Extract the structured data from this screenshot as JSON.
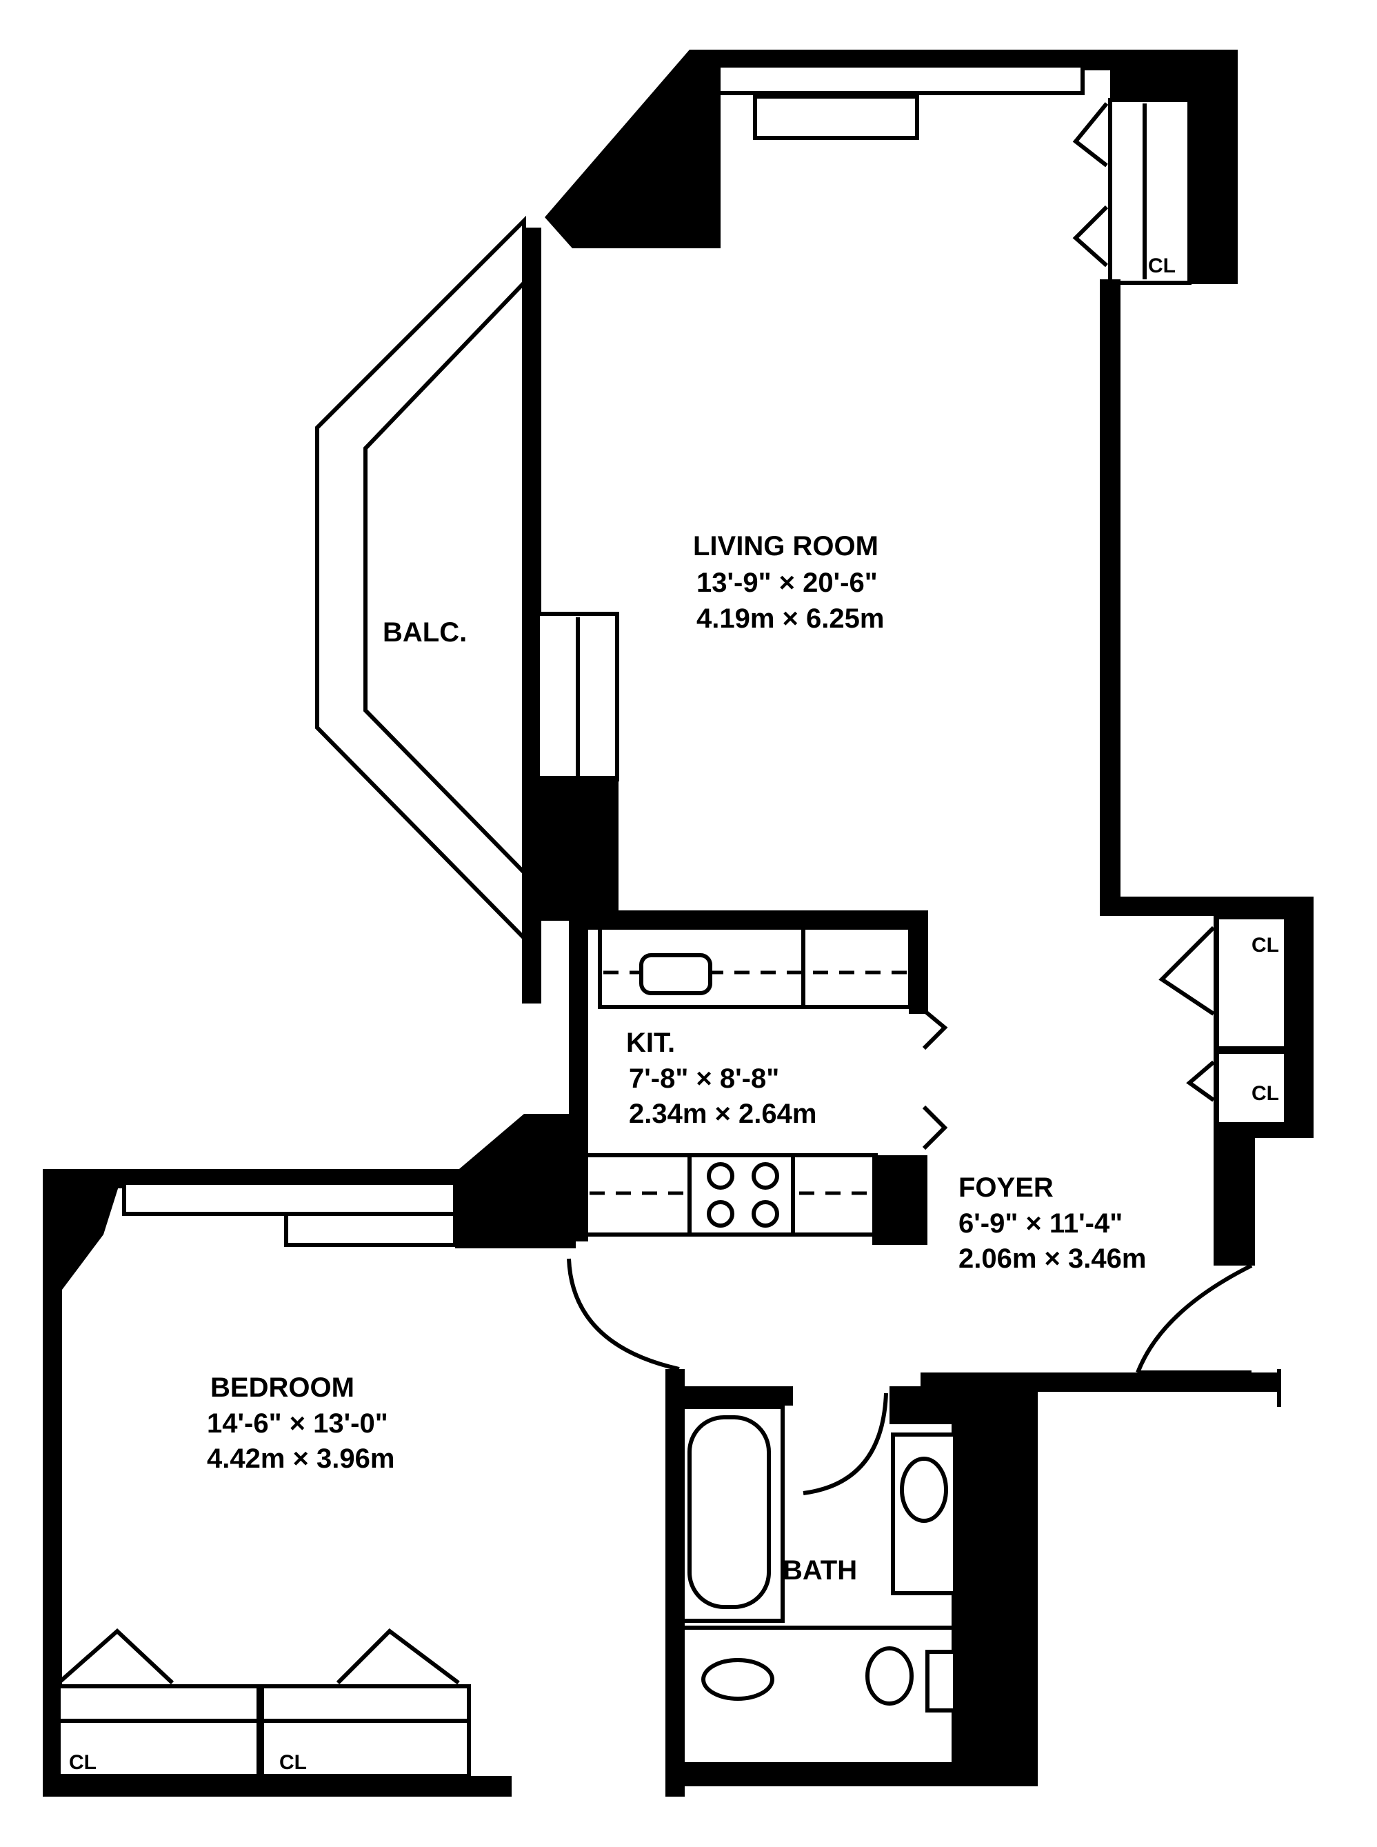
{
  "rooms": {
    "living": {
      "name": "LIVING ROOM",
      "dim_imperial": "13'-9\" × 20'-6\"",
      "dim_metric": "4.19m × 6.25m"
    },
    "balcony": {
      "name": "BALC."
    },
    "kitchen": {
      "name": "KIT.",
      "dim_imperial": "7'-8\" × 8'-8\"",
      "dim_metric": "2.34m × 2.64m"
    },
    "foyer": {
      "name": "FOYER",
      "dim_imperial": "6'-9\" × 11'-4\"",
      "dim_metric": "2.06m × 3.46m"
    },
    "bedroom": {
      "name": "BEDROOM",
      "dim_imperial": "14'-6\" × 13'-0\"",
      "dim_metric": "4.42m × 3.96m"
    },
    "bath": {
      "name": "BATH"
    }
  },
  "closets": {
    "living_cl": "CL",
    "foyer_cl_upper": "CL",
    "foyer_cl_lower": "CL",
    "bedroom_cl_left": "CL",
    "bedroom_cl_right": "CL"
  },
  "colors": {
    "ink": "#000000",
    "paper": "#ffffff"
  }
}
